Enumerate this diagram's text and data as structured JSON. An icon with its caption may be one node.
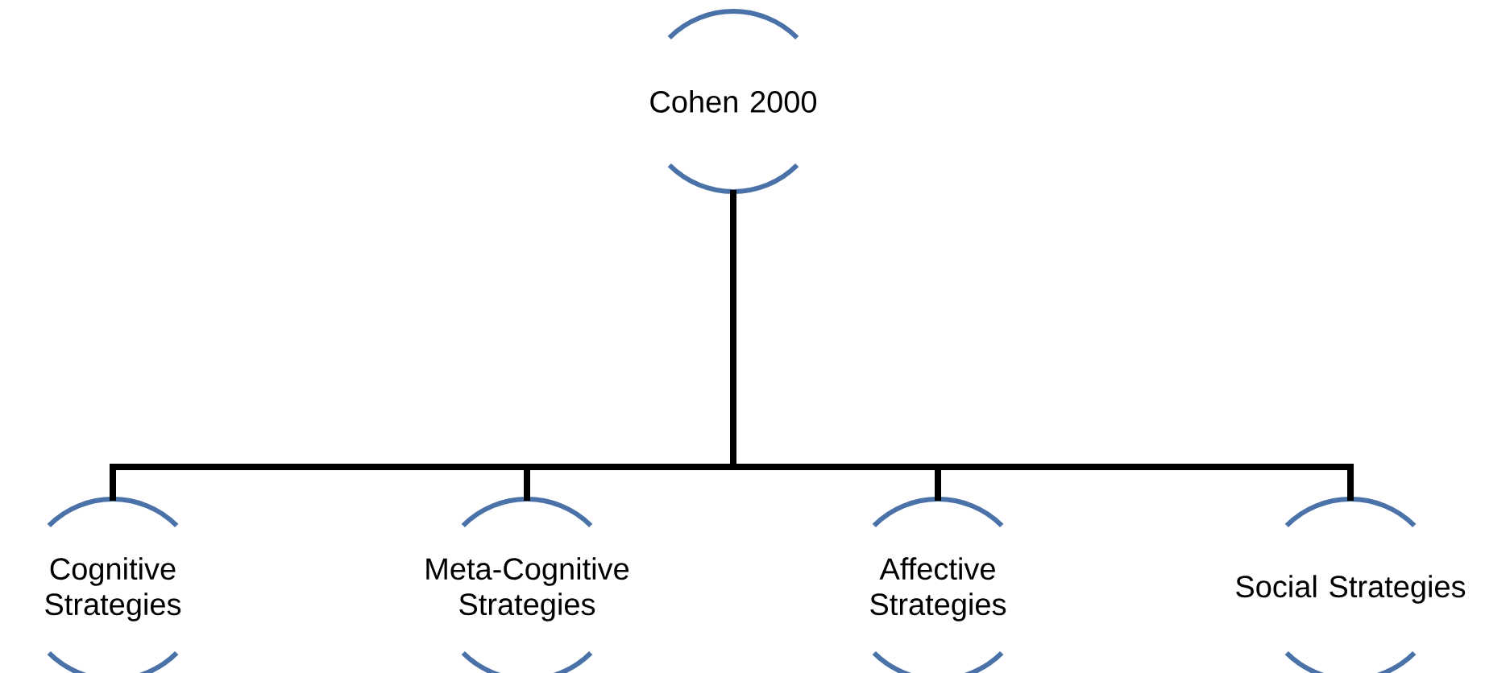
{
  "diagram": {
    "nodes": [
      {
        "text": [
          "Cohen 2000"
        ]
      },
      {
        "text": [
          "Cognitive Strategies"
        ]
      },
      {
        "text": [
          "Meta-Cognitive Strategies"
        ]
      },
      {
        "text": [
          "Affective Strategies"
        ]
      },
      {
        "text": [
          "Social Strategies"
        ]
      }
    ],
    "edges": [
      {
        "from": 0,
        "to": 1,
        "arrow": "none"
      },
      {
        "from": 0,
        "to": 2,
        "arrow": "none"
      },
      {
        "from": 0,
        "to": 3,
        "arrow": "none"
      },
      {
        "from": 0,
        "to": 4,
        "arrow": "none"
      }
    ]
  }
}
